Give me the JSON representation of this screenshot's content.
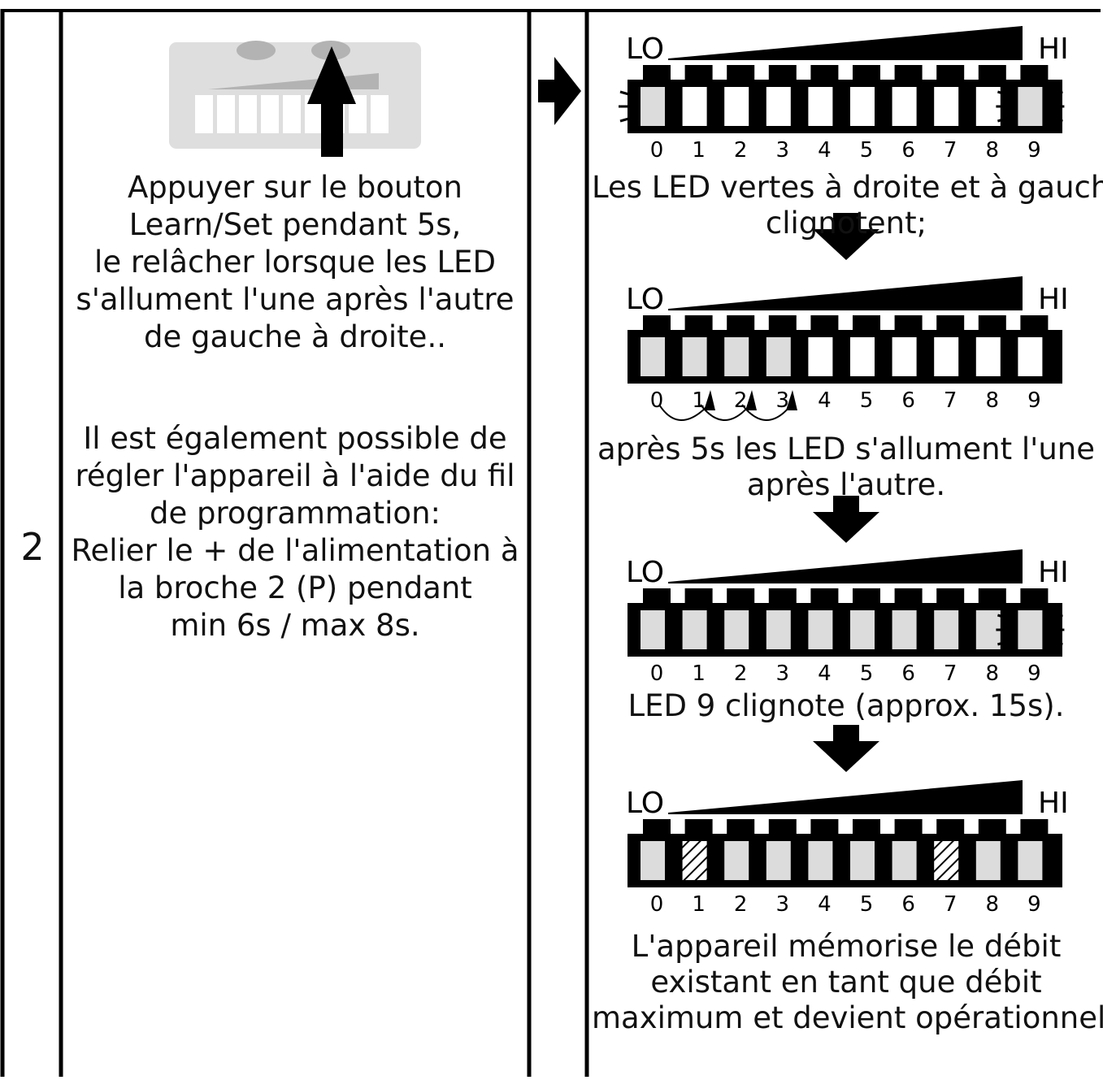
{
  "step": {
    "number": "2"
  },
  "instructions": {
    "block1": [
      "Appuyer sur le bouton",
      "Learn/Set pendant 5s,",
      "le relâcher lorsque les LED",
      "s'allument l'une après l'autre",
      "de gauche à droite.."
    ],
    "block2": [
      "Il est également possible de",
      "régler l'appareil à l'aide du fil",
      "de programmation:",
      "Relier le + de l'alimentation à",
      "la broche 2 (P) pendant",
      "min 6s / max 8s."
    ]
  },
  "scale": {
    "lo": "LO",
    "hi": "HI",
    "digits": [
      "0",
      "1",
      "2",
      "3",
      "4",
      "5",
      "6",
      "7",
      "8",
      "9"
    ]
  },
  "displays": [
    {
      "caption": [
        "Les LED vertes à droite et à gauche",
        "clignotent;"
      ],
      "leds": [
        "blink",
        "off",
        "off",
        "off",
        "off",
        "off",
        "off",
        "off",
        "off",
        "blink"
      ]
    },
    {
      "caption": [
        "après 5s les LED s'allument l'une",
        "après l'autre."
      ],
      "leds": [
        "on",
        "on",
        "on",
        "on",
        "off",
        "off",
        "off",
        "off",
        "off",
        "off"
      ]
    },
    {
      "caption": [
        "LED 9 clignote (approx. 15s)."
      ],
      "leds": [
        "on",
        "on",
        "on",
        "on",
        "on",
        "on",
        "on",
        "on",
        "on",
        "blink"
      ]
    },
    {
      "caption": [
        "L'appareil mémorise le débit",
        "existant en tant que débit",
        "maximum et devient opérationnel."
      ],
      "leds": [
        "on",
        "hatched",
        "on",
        "on",
        "on",
        "on",
        "on",
        "hatched",
        "on",
        "on"
      ]
    }
  ],
  "colors": {
    "led_on": "#dcdcdc",
    "frame": "#000000",
    "device_body": "#dedede",
    "background": "#ffffff"
  }
}
